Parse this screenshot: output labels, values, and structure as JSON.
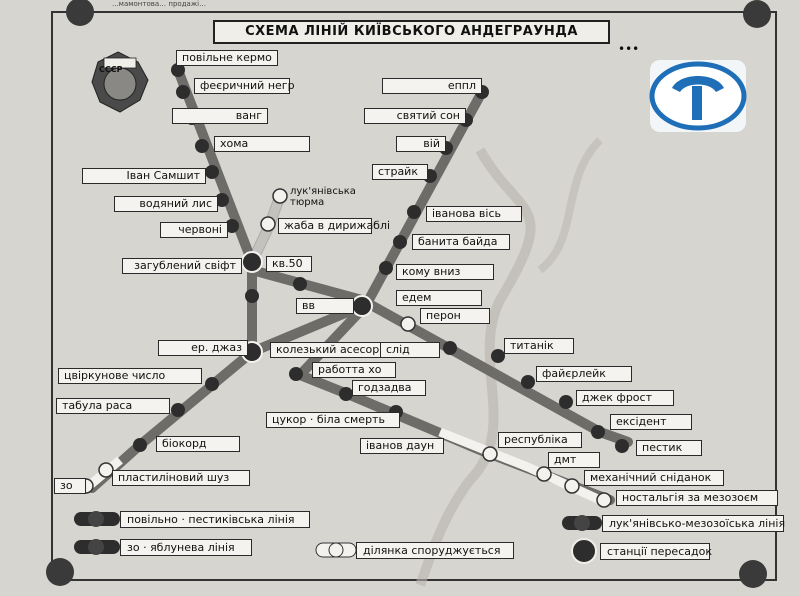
{
  "title": "СХЕМА ЛІНІЙ КИЇВСЬКОГО АНДЕГРАУНДА",
  "header_fragment": "...мамонтова… продажі…",
  "emblem": {
    "text": "СССР",
    "icon": "order-badge-icon"
  },
  "logo": {
    "icon": "kyiv-metro-logo-icon",
    "color": "#1f6fb8"
  },
  "colors": {
    "line": "#6e6c68",
    "station": "#2d2d2d",
    "planned": "#f3f2ee",
    "paper": "#d7d5d0"
  },
  "line_a": {
    "stations": [
      "повільне кермо",
      "феєричний негр",
      "ванг",
      "хома",
      "Іван Самшит",
      "водяний лис",
      "червоні",
      "загублений свіфт"
    ]
  },
  "line_a_tail": {
    "stations": [
      "ер. джаз",
      "цвіркунове число",
      "табула раса",
      "біокорд",
      "пластиліновий шуз",
      "зо"
    ]
  },
  "line_b": {
    "stations": [
      "еппл",
      "святий сон",
      "вій",
      "страйк",
      "іванова вісь",
      "банита байда",
      "кому вниз",
      "едем"
    ]
  },
  "line_b_tail": {
    "stations": [
      "колезький асесор",
      "работта хо",
      "годзадва",
      "цукор · біла смерть",
      "іванов даун",
      "республіка",
      "дмт",
      "механічний сніданок",
      "ностальгія за мезозоєм"
    ]
  },
  "line_c": {
    "stations": [
      "кв.50",
      "вв",
      "перон",
      "слід",
      "титанік",
      "файєрлейк",
      "джек фрост",
      "ексідент",
      "пестик"
    ]
  },
  "planned_branch": {
    "stations": [
      "лук'янівська тюрма",
      "жаба в дирижаблі"
    ]
  },
  "legend": [
    {
      "label": "повільно · пестиківська лінія"
    },
    {
      "label": "зо · яблунева лінія"
    },
    {
      "label": "ділянка споруджується"
    },
    {
      "label": "лук'янівсько-мезозоїська лінія"
    },
    {
      "label": "станції пересадок"
    }
  ],
  "dots": "•••"
}
